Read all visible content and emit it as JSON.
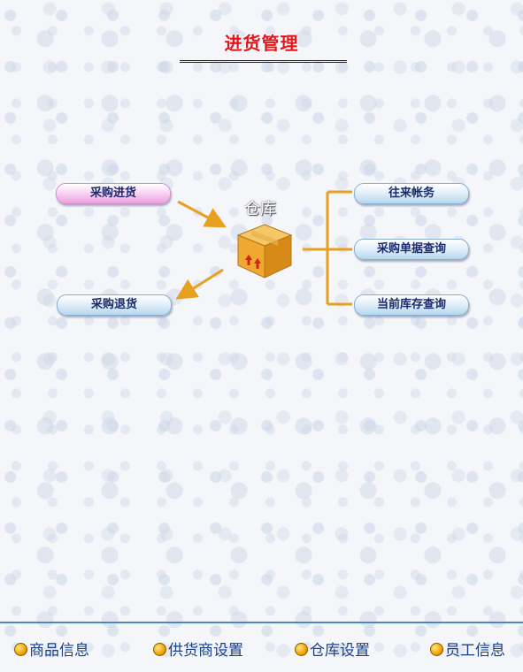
{
  "page_title": "进货管理",
  "center": {
    "label": "仓库",
    "icon": "warehouse-box-icon"
  },
  "left_buttons": [
    {
      "label": "采购进货",
      "style": "pink"
    },
    {
      "label": "采购退货",
      "style": "blue"
    }
  ],
  "right_buttons": [
    {
      "label": "往来帐务"
    },
    {
      "label": "采购单据查询"
    },
    {
      "label": "当前库存查询"
    }
  ],
  "footer_nav": [
    {
      "label": "商品信息"
    },
    {
      "label": "供货商设置"
    },
    {
      "label": "仓库设置"
    },
    {
      "label": "员工信息"
    }
  ],
  "colors": {
    "title": "#e8141a",
    "connector": "#e8a020",
    "footer_rule": "#4a86c8",
    "link": "#1a3f8a"
  }
}
